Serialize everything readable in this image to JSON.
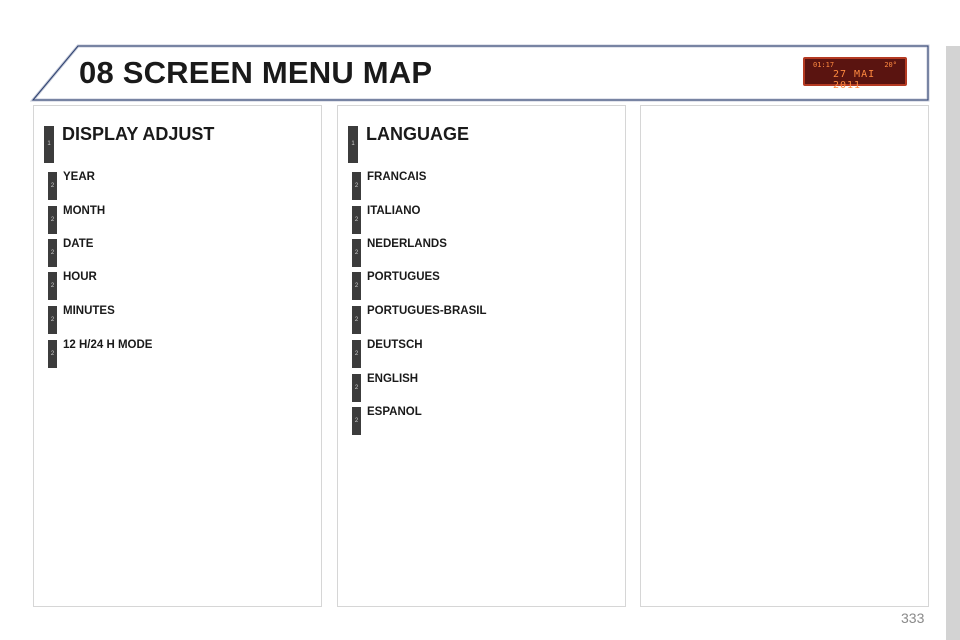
{
  "header": {
    "title": "08 SCREEN MENU MAP",
    "display": {
      "time": "01:17",
      "temp": "20°",
      "date": "27 MAI 2011",
      "footer": "--   ---  --"
    }
  },
  "panels": [
    {
      "heading": "DISPLAY ADJUST",
      "heading_level": "1",
      "items": [
        {
          "level": "2",
          "label": "YEAR"
        },
        {
          "level": "2",
          "label": "MONTH"
        },
        {
          "level": "2",
          "label": "DATE"
        },
        {
          "level": "2",
          "label": "HOUR"
        },
        {
          "level": "2",
          "label": "MINUTES"
        },
        {
          "level": "2",
          "label": "12 H/24 H MODE"
        }
      ]
    },
    {
      "heading": "LANGUAGE",
      "heading_level": "1",
      "items": [
        {
          "level": "2",
          "label": "FRANCAIS"
        },
        {
          "level": "2",
          "label": "ITALIANO"
        },
        {
          "level": "2",
          "label": "NEDERLANDS"
        },
        {
          "level": "2",
          "label": "PORTUGUES"
        },
        {
          "level": "2",
          "label": "PORTUGUES-BRASIL"
        },
        {
          "level": "2",
          "label": "DEUTSCH"
        },
        {
          "level": "2",
          "label": "ENGLISH"
        },
        {
          "level": "2",
          "label": "ESPANOL"
        }
      ]
    }
  ],
  "page_number": "333",
  "colors": {
    "banner_border": "#2b3f6e",
    "level_badge": "#3c3c3c",
    "panel_border": "#d6d6d6",
    "lcd_background": "#5a1410",
    "lcd_text": "#ff8a40"
  }
}
